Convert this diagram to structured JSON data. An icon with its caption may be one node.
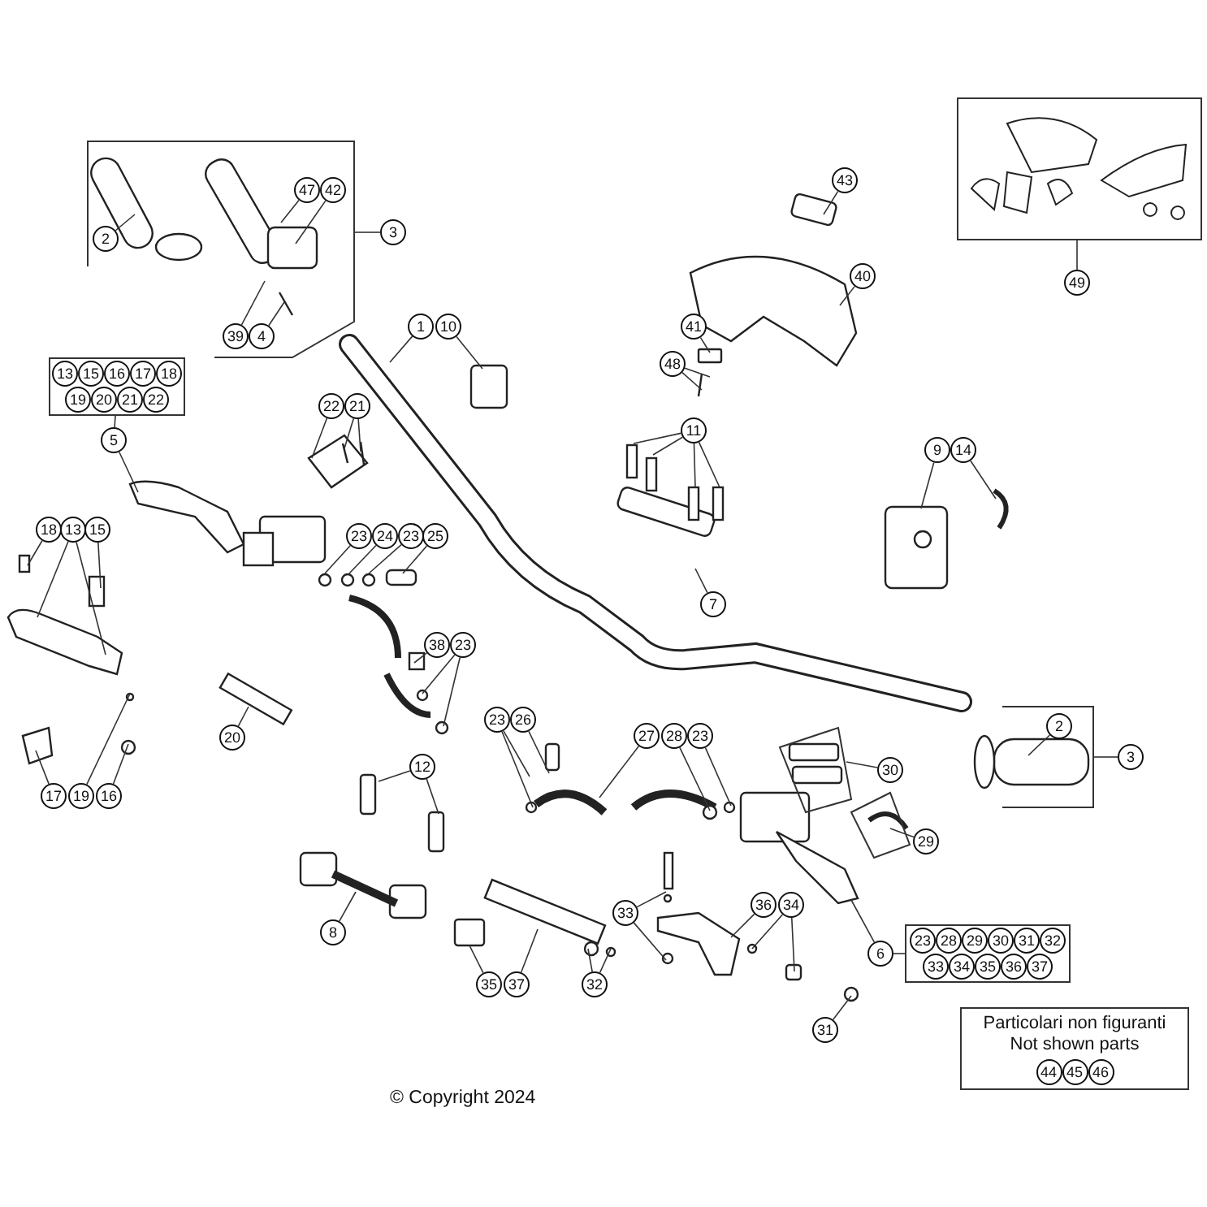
{
  "diagram": {
    "nodes": [
      {
        "text": [
          "2"
        ],
        "in": 79
      },
      {
        "text": [
          "47"
        ],
        "in": 79
      },
      {
        "text": [
          "42"
        ],
        "in": 79
      },
      {
        "text": [
          "3"
        ]
      },
      {
        "text": [
          "39"
        ],
        "in": 79
      },
      {
        "text": [
          "4"
        ],
        "in": 79
      },
      {
        "text": [
          "1"
        ]
      },
      {
        "text": [
          "10"
        ]
      },
      {
        "text": [
          "43"
        ]
      },
      {
        "text": [],
        "shape": "box"
      },
      {
        "text": [
          "49"
        ]
      },
      {
        "text": [
          "40"
        ]
      },
      {
        "text": [
          "41"
        ]
      },
      {
        "text": [
          "48"
        ]
      },
      {
        "text": [],
        "shape": "box"
      },
      {
        "text": [
          "13"
        ],
        "in": 14
      },
      {
        "text": [
          "15"
        ],
        "in": 14
      },
      {
        "text": [
          "16"
        ],
        "in": 14
      },
      {
        "text": [
          "17"
        ],
        "in": 14
      },
      {
        "text": [
          "18"
        ],
        "in": 14
      },
      {
        "text": [
          "19"
        ],
        "in": 14
      },
      {
        "text": [
          "20"
        ],
        "in": 14
      },
      {
        "text": [
          "21"
        ],
        "in": 14
      },
      {
        "text": [
          "22"
        ],
        "in": 14
      },
      {
        "text": [
          "5"
        ]
      },
      {
        "text": [
          "22"
        ]
      },
      {
        "text": [
          "21"
        ]
      },
      {
        "text": [
          "11"
        ]
      },
      {
        "text": [
          "9"
        ]
      },
      {
        "text": [
          "14"
        ]
      },
      {
        "text": [
          "18"
        ]
      },
      {
        "text": [
          "13"
        ]
      },
      {
        "text": [
          "15"
        ]
      },
      {
        "text": [
          "23"
        ]
      },
      {
        "text": [
          "24"
        ]
      },
      {
        "text": [
          "23"
        ]
      },
      {
        "text": [
          "25"
        ]
      },
      {
        "text": [
          "7"
        ]
      },
      {
        "text": [
          "38"
        ]
      },
      {
        "text": [
          "23"
        ]
      },
      {
        "text": [
          "23"
        ]
      },
      {
        "text": [
          "26"
        ]
      },
      {
        "text": [
          "2"
        ],
        "in": 80
      },
      {
        "text": [
          "27"
        ]
      },
      {
        "text": [
          "28"
        ]
      },
      {
        "text": [
          "23"
        ]
      },
      {
        "text": [
          "20"
        ]
      },
      {
        "text": [
          "12"
        ]
      },
      {
        "text": [
          "3"
        ]
      },
      {
        "text": [
          "30"
        ]
      },
      {
        "text": [
          "17"
        ]
      },
      {
        "text": [
          "19"
        ]
      },
      {
        "text": [
          "16"
        ]
      },
      {
        "text": [
          "29"
        ]
      },
      {
        "text": [
          "33"
        ]
      },
      {
        "text": [
          "36"
        ]
      },
      {
        "text": [
          "34"
        ]
      },
      {
        "text": [
          "8"
        ]
      },
      {
        "text": [
          "6"
        ]
      },
      {
        "text": [],
        "shape": "box"
      },
      {
        "text": [
          "23"
        ],
        "in": 59
      },
      {
        "text": [
          "28"
        ],
        "in": 59
      },
      {
        "text": [
          "29"
        ],
        "in": 59
      },
      {
        "text": [
          "30"
        ],
        "in": 59
      },
      {
        "text": [
          "31"
        ],
        "in": 59
      },
      {
        "text": [
          "32"
        ],
        "in": 59
      },
      {
        "text": [
          "33"
        ],
        "in": 59
      },
      {
        "text": [
          "34"
        ],
        "in": 59
      },
      {
        "text": [
          "35"
        ],
        "in": 59
      },
      {
        "text": [
          "36"
        ],
        "in": 59
      },
      {
        "text": [
          "37"
        ],
        "in": 59
      },
      {
        "text": [
          "35"
        ]
      },
      {
        "text": [
          "37"
        ]
      },
      {
        "text": [
          "32"
        ]
      },
      {
        "text": [
          "31"
        ]
      },
      {
        "text": [
          "Particolari non figuranti",
          "Not shown parts"
        ]
      },
      {
        "text": [
          "44"
        ],
        "in": 75
      },
      {
        "text": [
          "45"
        ],
        "in": 75
      },
      {
        "text": [
          "46"
        ],
        "in": 75
      },
      {
        "text": [],
        "shape": "bracket"
      },
      {
        "text": [],
        "shape": "bracket"
      }
    ],
    "edges": [
      {
        "from": 0,
        "to": null,
        "arrow": "none"
      },
      {
        "from": 1,
        "to": null,
        "arrow": "none"
      },
      {
        "from": 2,
        "to": null,
        "arrow": "none"
      },
      {
        "from": 3,
        "to": 79,
        "arrow": "none"
      },
      {
        "from": 4,
        "to": null,
        "arrow": "none"
      },
      {
        "from": 5,
        "to": null,
        "arrow": "none"
      },
      {
        "from": 6,
        "to": null,
        "arrow": "none"
      },
      {
        "from": 7,
        "to": null,
        "arrow": "none"
      },
      {
        "from": 8,
        "to": null,
        "arrow": "none"
      },
      {
        "from": 10,
        "to": 9,
        "arrow": "none"
      },
      {
        "from": 11,
        "to": null,
        "arrow": "none"
      },
      {
        "from": 12,
        "to": null,
        "arrow": "none"
      },
      {
        "from": 13,
        "to": null,
        "arrow": "none"
      },
      {
        "from": 13,
        "to": null,
        "arrow": "none"
      },
      {
        "from": 24,
        "to": 14,
        "arrow": "none"
      },
      {
        "from": 24,
        "to": null,
        "arrow": "none"
      },
      {
        "from": 25,
        "to": null,
        "arrow": "none"
      },
      {
        "from": 26,
        "to": null,
        "arrow": "none"
      },
      {
        "from": 26,
        "to": null,
        "arrow": "none"
      },
      {
        "from": 27,
        "to": null,
        "arrow": "none"
      },
      {
        "from": 27,
        "to": null,
        "arrow": "none"
      },
      {
        "from": 27,
        "to": null,
        "arrow": "none"
      },
      {
        "from": 27,
        "to": null,
        "arrow": "none"
      },
      {
        "from": 28,
        "to": null,
        "arrow": "none"
      },
      {
        "from": 29,
        "to": null,
        "arrow": "none"
      },
      {
        "from": 30,
        "to": null,
        "arrow": "none"
      },
      {
        "from": 31,
        "to": null,
        "arrow": "none"
      },
      {
        "from": 31,
        "to": null,
        "arrow": "none"
      },
      {
        "from": 32,
        "to": null,
        "arrow": "none"
      },
      {
        "from": 33,
        "to": null,
        "arrow": "none"
      },
      {
        "from": 34,
        "to": null,
        "arrow": "none"
      },
      {
        "from": 35,
        "to": null,
        "arrow": "none"
      },
      {
        "from": 36,
        "to": null,
        "arrow": "none"
      },
      {
        "from": 37,
        "to": null,
        "arrow": "none"
      },
      {
        "from": 38,
        "to": null,
        "arrow": "none"
      },
      {
        "from": 39,
        "to": null,
        "arrow": "none"
      },
      {
        "from": 39,
        "to": null,
        "arrow": "none"
      },
      {
        "from": 40,
        "to": null,
        "arrow": "none"
      },
      {
        "from": 40,
        "to": null,
        "arrow": "none"
      },
      {
        "from": 41,
        "to": null,
        "arrow": "none"
      },
      {
        "from": 42,
        "to": null,
        "arrow": "none"
      },
      {
        "from": 43,
        "to": null,
        "arrow": "none"
      },
      {
        "from": 44,
        "to": null,
        "arrow": "none"
      },
      {
        "from": 45,
        "to": null,
        "arrow": "none"
      },
      {
        "from": 46,
        "to": null,
        "arrow": "none"
      },
      {
        "from": 47,
        "to": null,
        "arrow": "none"
      },
      {
        "from": 47,
        "to": null,
        "arrow": "none"
      },
      {
        "from": 48,
        "to": 80,
        "arrow": "none"
      },
      {
        "from": 49,
        "to": null,
        "arrow": "none"
      },
      {
        "from": 50,
        "to": null,
        "arrow": "none"
      },
      {
        "from": 51,
        "to": null,
        "arrow": "none"
      },
      {
        "from": 52,
        "to": null,
        "arrow": "none"
      },
      {
        "from": 53,
        "to": null,
        "arrow": "none"
      },
      {
        "from": 54,
        "to": null,
        "arrow": "none"
      },
      {
        "from": 54,
        "to": null,
        "arrow": "none"
      },
      {
        "from": 55,
        "to": null,
        "arrow": "none"
      },
      {
        "from": 56,
        "to": null,
        "arrow": "none"
      },
      {
        "from": 56,
        "to": null,
        "arrow": "none"
      },
      {
        "from": 57,
        "to": null,
        "arrow": "none"
      },
      {
        "from": 58,
        "to": null,
        "arrow": "none"
      },
      {
        "from": 58,
        "to": 59,
        "arrow": "none"
      },
      {
        "from": 71,
        "to": null,
        "arrow": "none"
      },
      {
        "from": 72,
        "to": null,
        "arrow": "none"
      },
      {
        "from": 73,
        "to": null,
        "arrow": "none"
      },
      {
        "from": 73,
        "to": null,
        "arrow": "none"
      },
      {
        "from": 74,
        "to": null,
        "arrow": "none"
      }
    ],
    "labels": [
      "© Copyright 2024"
    ]
  }
}
